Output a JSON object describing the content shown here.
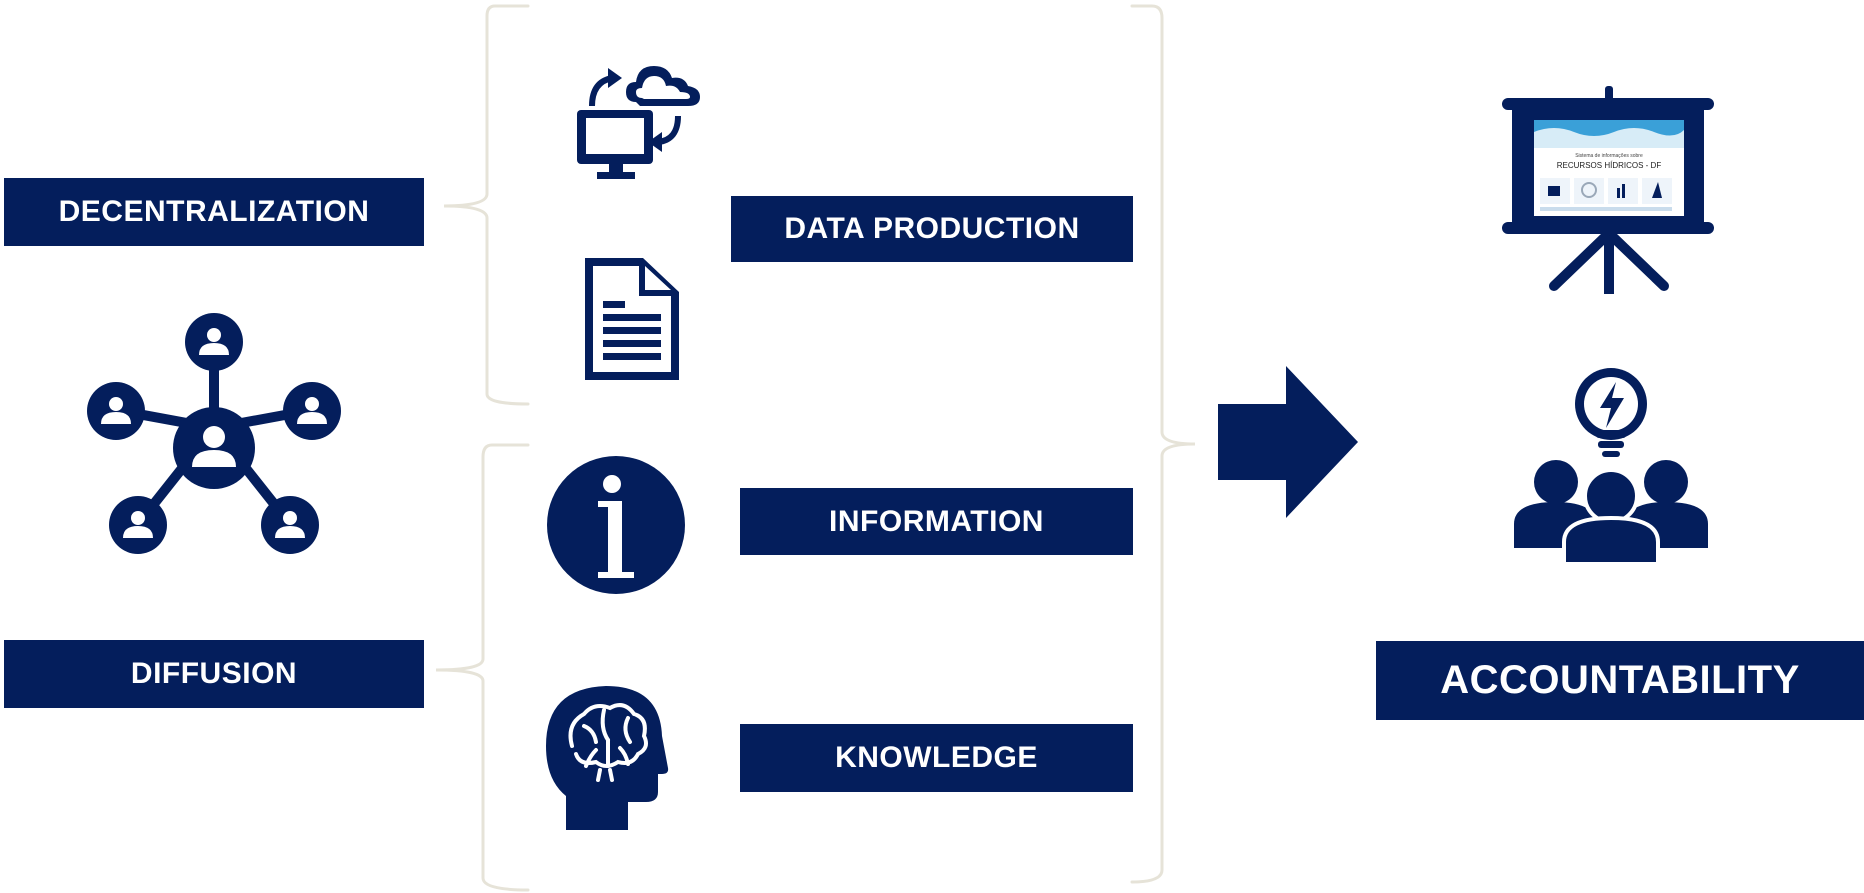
{
  "colors": {
    "navy": "#041e5c",
    "bracket": "#e6e3d8",
    "screen_light": "#d7ecf7",
    "screen_wave": "#3aa0d8"
  },
  "labels": {
    "decentralization": "DECENTRALIZATION",
    "diffusion": "DIFFUSION",
    "data_production": "DATA PRODUCTION",
    "information": "INFORMATION",
    "knowledge": "KNOWLEDGE",
    "accountability": "ACCOUNTABILITY"
  },
  "icons": {
    "network": "network-people-icon",
    "computer_cloud": "computer-cloud-sync-icon",
    "document": "document-icon",
    "info": "info-icon",
    "brain": "brain-head-icon",
    "arrow": "arrow-right-icon",
    "presentation": "presentation-board-icon",
    "team_idea": "team-idea-icon"
  },
  "presentation_screen": {
    "small_caption": "Sistema de informações sobre",
    "title": "RECURSOS HÍDRICOS - DF"
  }
}
